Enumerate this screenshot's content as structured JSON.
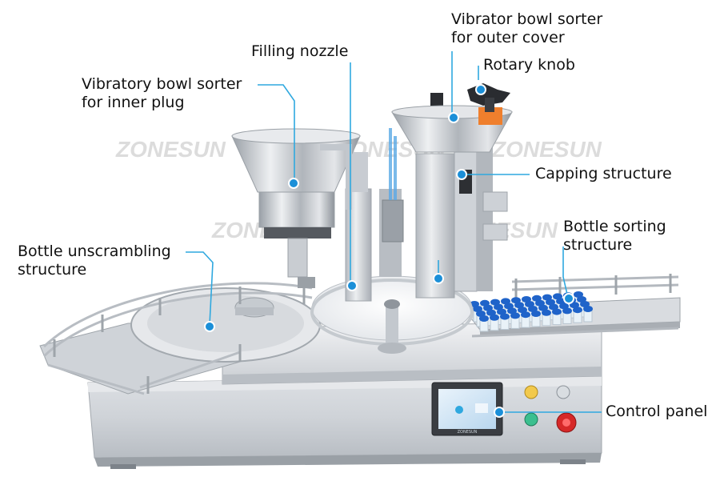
{
  "colors": {
    "callout_line": "#2fa8df",
    "callout_dot": "#1b8fd8",
    "label_text": "#111111",
    "watermark": "#dadada",
    "steel_light": "#e9ebee",
    "steel_mid": "#c7cbd1",
    "steel_dark": "#8c9299",
    "cap_blue": "#1f63c9",
    "emergency_red": "#d62828"
  },
  "watermark": "ZONESUN",
  "panel_caption": "ZONESUN",
  "labels": {
    "vibrator_outer": [
      "Vibrator bowl sorter",
      "outer cover"
    ],
    "vibrator_outer_prefix": "for",
    "filling_nozzle": "Filling nozzle",
    "rotary_knob": "Rotary knob",
    "vibratory_inner": [
      "Vibratory bowl sorter",
      "for inner plug"
    ],
    "capping_structure": "Capping structure",
    "bottle_sorting": [
      "Bottle sorting",
      "structure"
    ],
    "bottle_unscrambling": [
      "Bottle unscrambling",
      "structure"
    ],
    "control_panel": "Control panel"
  },
  "icons": [
    "callout-dot-icon",
    "emergency-stop-icon",
    "indicator-light-icon",
    "touchscreen-icon"
  ]
}
